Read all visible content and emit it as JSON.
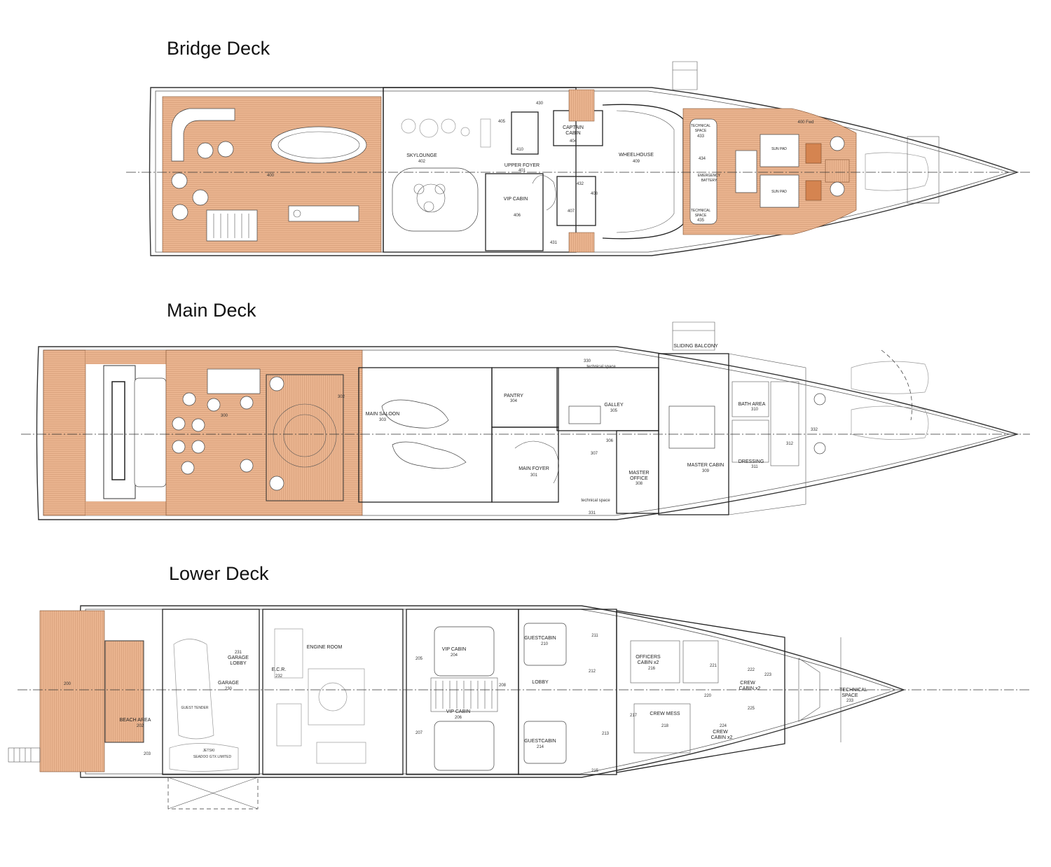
{
  "decks": {
    "bridge": {
      "title": "Bridge Deck",
      "labels": {
        "r400": "400",
        "skylounge": "SKYLOUNGE",
        "r402": "402",
        "upper_foyer": "UPPER FOYER",
        "r401": "401",
        "r405": "405",
        "r410": "410",
        "r430": "430",
        "captain": "CAPTAIN",
        "cabin": "CABIN",
        "r404": "404",
        "wheelhouse": "WHEELHOUSE",
        "r409": "409",
        "vip_cabin": "VIP CABIN",
        "r406": "406",
        "r407": "407",
        "r408": "408",
        "r432": "432",
        "r431": "431",
        "r433": "433",
        "r434": "434",
        "r435": "435",
        "technical": "TECHNICAL",
        "space": "SPACE",
        "emergency": "EMERGENCY",
        "battery": "BATTERY",
        "sun_pad_1": "SUN PAD",
        "sun_pad_2": "SUN PAD",
        "fwd": "400 Fwd"
      }
    },
    "main": {
      "title": "Main Deck",
      "labels": {
        "sliding_balcony": "SLIDING BALCONY",
        "r330": "330",
        "technical_space": "technical space",
        "r300": "300",
        "r302": "302",
        "main_saloon": "MAIN SALOON",
        "r303": "303",
        "pantry": "PANTRY",
        "r304": "304",
        "galley": "GALLEY",
        "r305": "305",
        "r306": "306",
        "r307": "307",
        "main_foyer": "MAIN FOYER",
        "r301": "301",
        "master": "MASTER",
        "office": "OFFICE",
        "r308": "308",
        "master_cabin": "MASTER CABIN",
        "r309": "309",
        "bath_area": "BATH AREA",
        "r310": "310",
        "dressing": "DRESSING",
        "r311": "311",
        "r312": "312",
        "r332": "332",
        "r331": "331",
        "technical_space_2": "technical space"
      }
    },
    "lower": {
      "title": "Lower Deck",
      "labels": {
        "r200": "200",
        "beach_area": "BEACH AREA",
        "r202": "202",
        "r203": "203",
        "garage": "GARAGE",
        "r230": "230",
        "garage_lobby_1": "GARAGE",
        "garage_lobby_2": "LOBBY",
        "r231": "231",
        "ecr": "E.C.R.",
        "r232": "232",
        "engine_room": "ENGINE ROOM",
        "guest_tender": "GUEST TENDER",
        "jetski": "JETSKI",
        "seadoo": "SEADOO GTX LIMITED",
        "r205": "205",
        "r207": "207",
        "vip_cabin_1": "VIP CABIN",
        "r204": "204",
        "vip_cabin_2": "VIP CABIN",
        "r206": "206",
        "r208": "208",
        "lobby": "LOBBY",
        "guestcabin_1": "GUESTCABIN",
        "r210": "210",
        "guestcabin_2": "GUESTCABIN",
        "r214": "214",
        "r211": "211",
        "r212": "212",
        "r213": "213",
        "r215": "215",
        "officers": "OFFICERS",
        "officers_cabin": "CABIN x2",
        "r216": "216",
        "r217": "217",
        "crew_mess": "CREW MESS",
        "r218": "218",
        "r220": "220",
        "r221": "221",
        "r222": "222",
        "crew_1": "CREW",
        "crew_cabin_1": "CABIN x2",
        "r223": "223",
        "r224": "224",
        "r225": "225",
        "crew_2": "CREW",
        "crew_cabin_2": "CABIN x2",
        "technical": "TECHNICAL",
        "space": "SPACE",
        "r233": "233"
      }
    }
  },
  "colors": {
    "teak": "#eab48f",
    "teak_line": "#c98f66",
    "outline": "#222222"
  }
}
